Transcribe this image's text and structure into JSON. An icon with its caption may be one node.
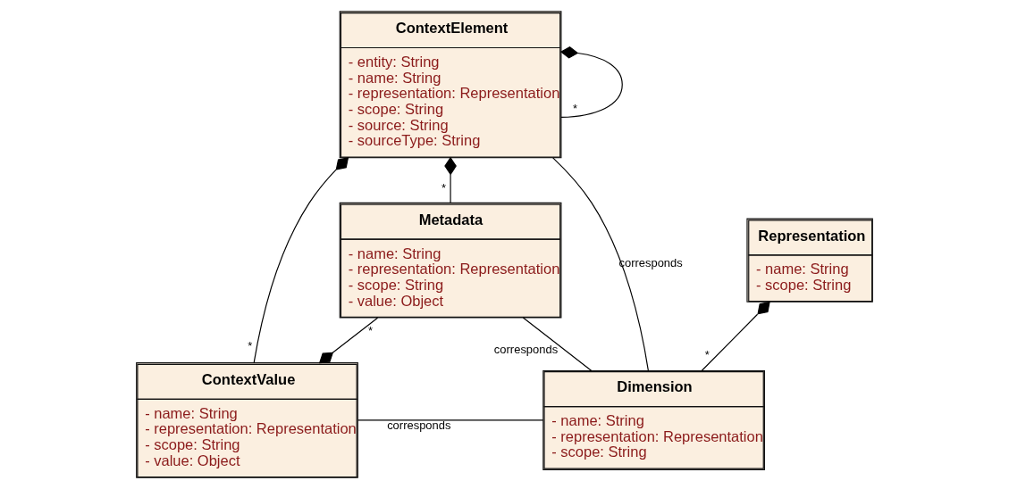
{
  "diagram": {
    "nodes": [
      {
        "text": [
          "ContextElement",
          "- entity: String",
          "- name: String",
          "- representation: Representation",
          "- scope: String",
          "- source: String",
          "- sourceType: String"
        ]
      },
      {
        "text": [
          "Representation",
          "- name: String",
          "- scope: String"
        ]
      },
      {
        "text": [
          "Metadata",
          "- name: String",
          "- representation: Representation",
          "- scope: String",
          "- value: Object"
        ]
      },
      {
        "text": [
          "Dimension",
          "- name: String",
          "- representation: Representation",
          "- scope: String"
        ]
      },
      {
        "text": [
          "ContextValue",
          "- name: String",
          "- representation: Representation",
          "- scope: String",
          "- value: Object"
        ]
      }
    ],
    "edges": [
      {
        "from": 0,
        "to": 0,
        "arrow": "other",
        "label": "*"
      },
      {
        "from": 3,
        "to": 1,
        "arrow": "other",
        "label": "*"
      },
      {
        "from": 4,
        "to": 0,
        "arrow": "other",
        "label": "*"
      },
      {
        "from": 2,
        "to": 0,
        "arrow": "other",
        "label": "*"
      },
      {
        "from": 2,
        "to": 4,
        "arrow": "other",
        "label": "*"
      },
      {
        "from": 3,
        "to": 0,
        "arrow": "none",
        "label": "corresponds"
      },
      {
        "from": 3,
        "to": 4,
        "arrow": "none",
        "label": "corresponds"
      },
      {
        "from": 3,
        "to": 2,
        "arrow": "none",
        "label": "corresponds"
      }
    ]
  }
}
